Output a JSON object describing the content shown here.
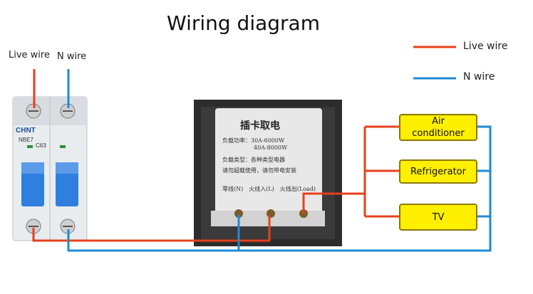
{
  "title": "Wiring diagram",
  "top_labels": {
    "live": "Live wire",
    "neutral": "N wire"
  },
  "legend": [
    {
      "label": "Live wire",
      "color": "#e8401c"
    },
    {
      "label": "N wire",
      "color": "#1f8ad6"
    }
  ],
  "breaker": {
    "brand": "CHNT",
    "model": "NBE7",
    "rating": "C63",
    "icon": "circuit-breaker-icon"
  },
  "switch_panel": {
    "heading": "插卡取电",
    "line1": "负载功率：30A-6000W",
    "line2": "40A-8000W",
    "line3": "负载类型：各种类型电器",
    "line4": "请勿超载使用，请勿带电安装",
    "terminals": "零线(N)　火线入(L)　火线出(Load)",
    "icon": "card-switch-icon"
  },
  "loads": [
    {
      "label": "Air conditioner"
    },
    {
      "label": "Refrigerator"
    },
    {
      "label": "TV"
    }
  ],
  "colors": {
    "live": "#e8401c",
    "neutral": "#1f8ad6",
    "load_fill": "#ffef00"
  }
}
